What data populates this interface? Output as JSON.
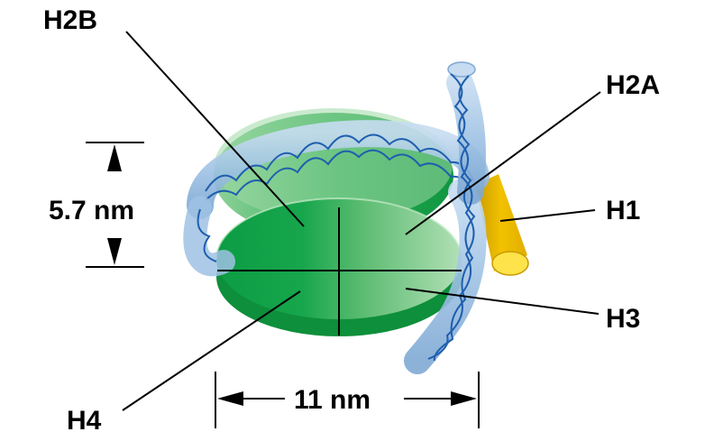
{
  "labels": {
    "h2b": "H2B",
    "h2a": "H2A",
    "h1": "H1",
    "h3": "H3",
    "h4": "H4"
  },
  "dimensions": {
    "height": "5.7 nm",
    "width": "11 nm"
  },
  "colors": {
    "histone_dark": "#0f9e45",
    "histone_light": "#a8dcae",
    "dna_tube": "#9fc2e4",
    "dna_strand": "#1f5fae",
    "h1_fill": "#e8b400",
    "h1_highlight": "#ffe03a",
    "line": "#000000"
  }
}
